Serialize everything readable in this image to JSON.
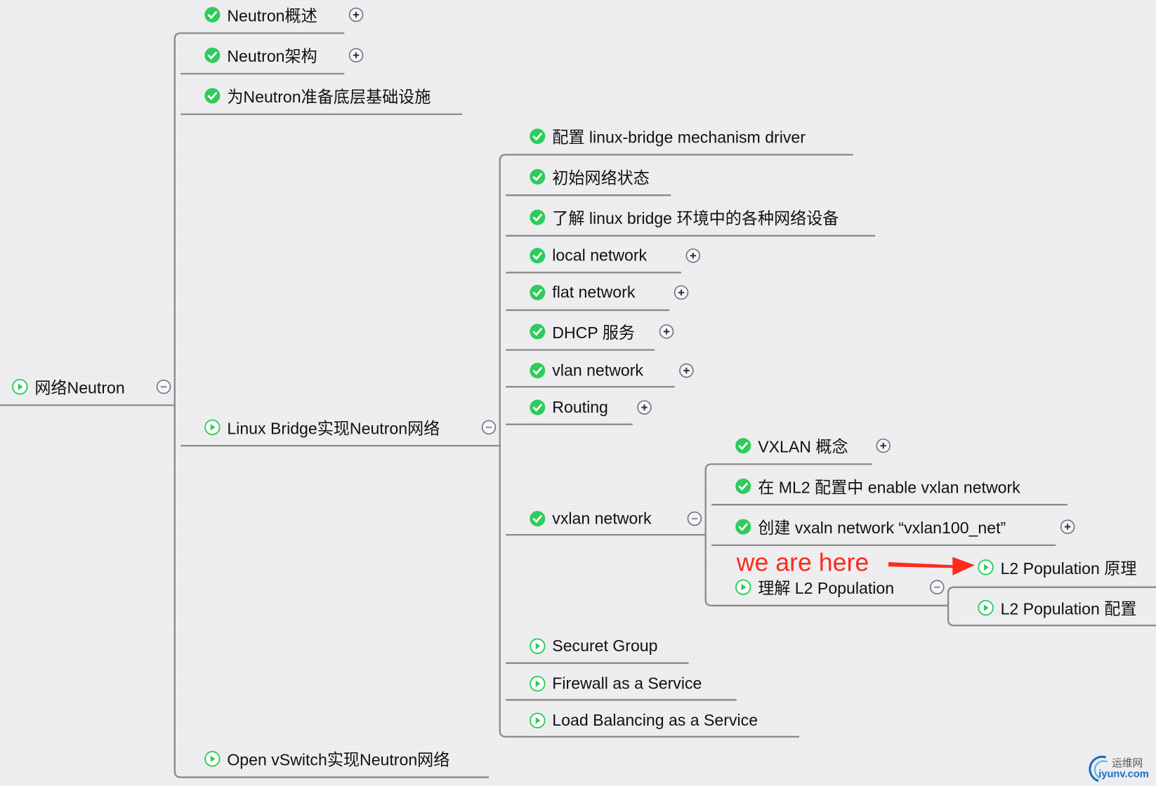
{
  "nodes": {
    "root": "网络Neutron",
    "overview": "Neutron概述",
    "architecture": "Neutron架构",
    "infra": "为Neutron准备底层基础设施",
    "linux_bridge": "Linux Bridge实现Neutron网络",
    "ovs": "Open vSwitch实现Neutron网络",
    "lb_driver": "配置 linux-bridge mechanism driver",
    "initial_state": "初始网络状态",
    "lb_devices": "了解 linux bridge 环境中的各种网络设备",
    "local_network": "local network",
    "flat_network": "flat network",
    "dhcp": "DHCP 服务",
    "vlan_network": "vlan network",
    "routing": "Routing",
    "vxlan_network": "vxlan network",
    "secure_group": "Securet Group",
    "fwaas": "Firewall as a Service",
    "lbaas": "Load Balancing as a Service",
    "vxlan_concept": "VXLAN 概念",
    "ml2_enable": "在 ML2 配置中 enable vxlan network",
    "create_vxlan": "创建 vxaln network “vxlan100_net”",
    "l2pop": "理解 L2 Population",
    "l2pop_principle": "L2 Population 原理",
    "l2pop_config": "L2 Population 配置"
  },
  "annotation": "we are here",
  "watermark": {
    "cn": "运维网",
    "en": "iyunv.com"
  },
  "colors": {
    "check": "#2ecc5b",
    "annotation": "#ff2a1f",
    "line": "#8a8a8a"
  }
}
